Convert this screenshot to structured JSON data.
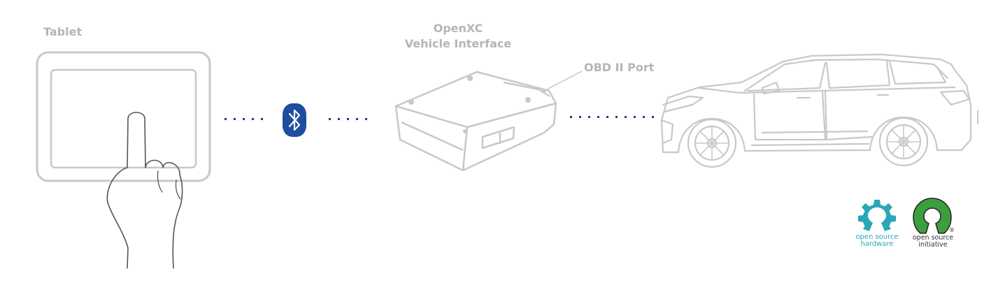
{
  "labels": {
    "tablet": "Tablet",
    "vi_line1": "OpenXC",
    "vi_line2": "Vehicle Interface",
    "obd": "OBD II Port"
  },
  "logos": {
    "osh_line1": "open source",
    "osh_line2": "hardware",
    "osi_line1": "open source",
    "osi_line2": "initiative",
    "osi_mark": "®"
  },
  "colors": {
    "line_art": "#c8c8c8",
    "label_text": "#b5b5b5",
    "dots": "#2b3a8c",
    "bluetooth_bg": "#1f4e9e",
    "osh_teal": "#2aa6b8",
    "osi_green": "#3c9e3f",
    "osi_text": "#333333"
  },
  "icons": [
    "hand-icon",
    "bluetooth-icon",
    "osh-gear-icon",
    "osi-keyhole-icon"
  ]
}
